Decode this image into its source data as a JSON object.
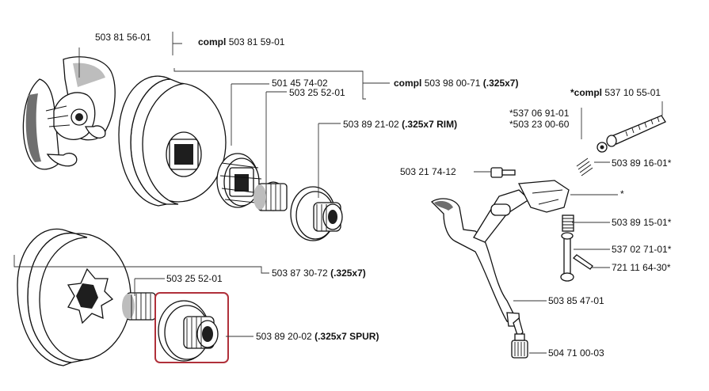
{
  "colors": {
    "highlight": "#b0303a",
    "ink": "#111111"
  },
  "labels": {
    "clutch_no": "503 81 56-01",
    "clutch_compl_prefix": "compl",
    "clutch_compl_no": "503 81 59-01",
    "rim_a": "501 45 74-02",
    "rim_b": "503 25 52-01",
    "rim_compl_prefix": "compl",
    "rim_compl_no": "503 98 00-71",
    "rim_compl_spec": "(.325x7)",
    "rim_drum": "503 89 21-02",
    "rim_drum_spec": "(.325x7 RIM)",
    "spur_bearing": "503 25 52-01",
    "spur_drum": "503 87 30-72",
    "spur_drum_spec": "(.325x7)",
    "spur_sprocket": "503 89 20-02",
    "spur_sprocket_spec": "(.325x7 SPUR)",
    "oil_compl_prefix": "*compl",
    "oil_compl_no": "537 10 55-01",
    "oil_a": "*537 06 91-01",
    "oil_b": "*503 23 00-60",
    "oil_c": "503 89 16-01*",
    "oil_screw": "503 21 74-12",
    "oil_star": "*",
    "oil_d": "503 89 15-01*",
    "oil_e": "537 02 71-01*",
    "oil_f": "721 11 64-30*",
    "oil_hose": "503 85 47-01",
    "oil_filter": "504 71 00-03"
  }
}
